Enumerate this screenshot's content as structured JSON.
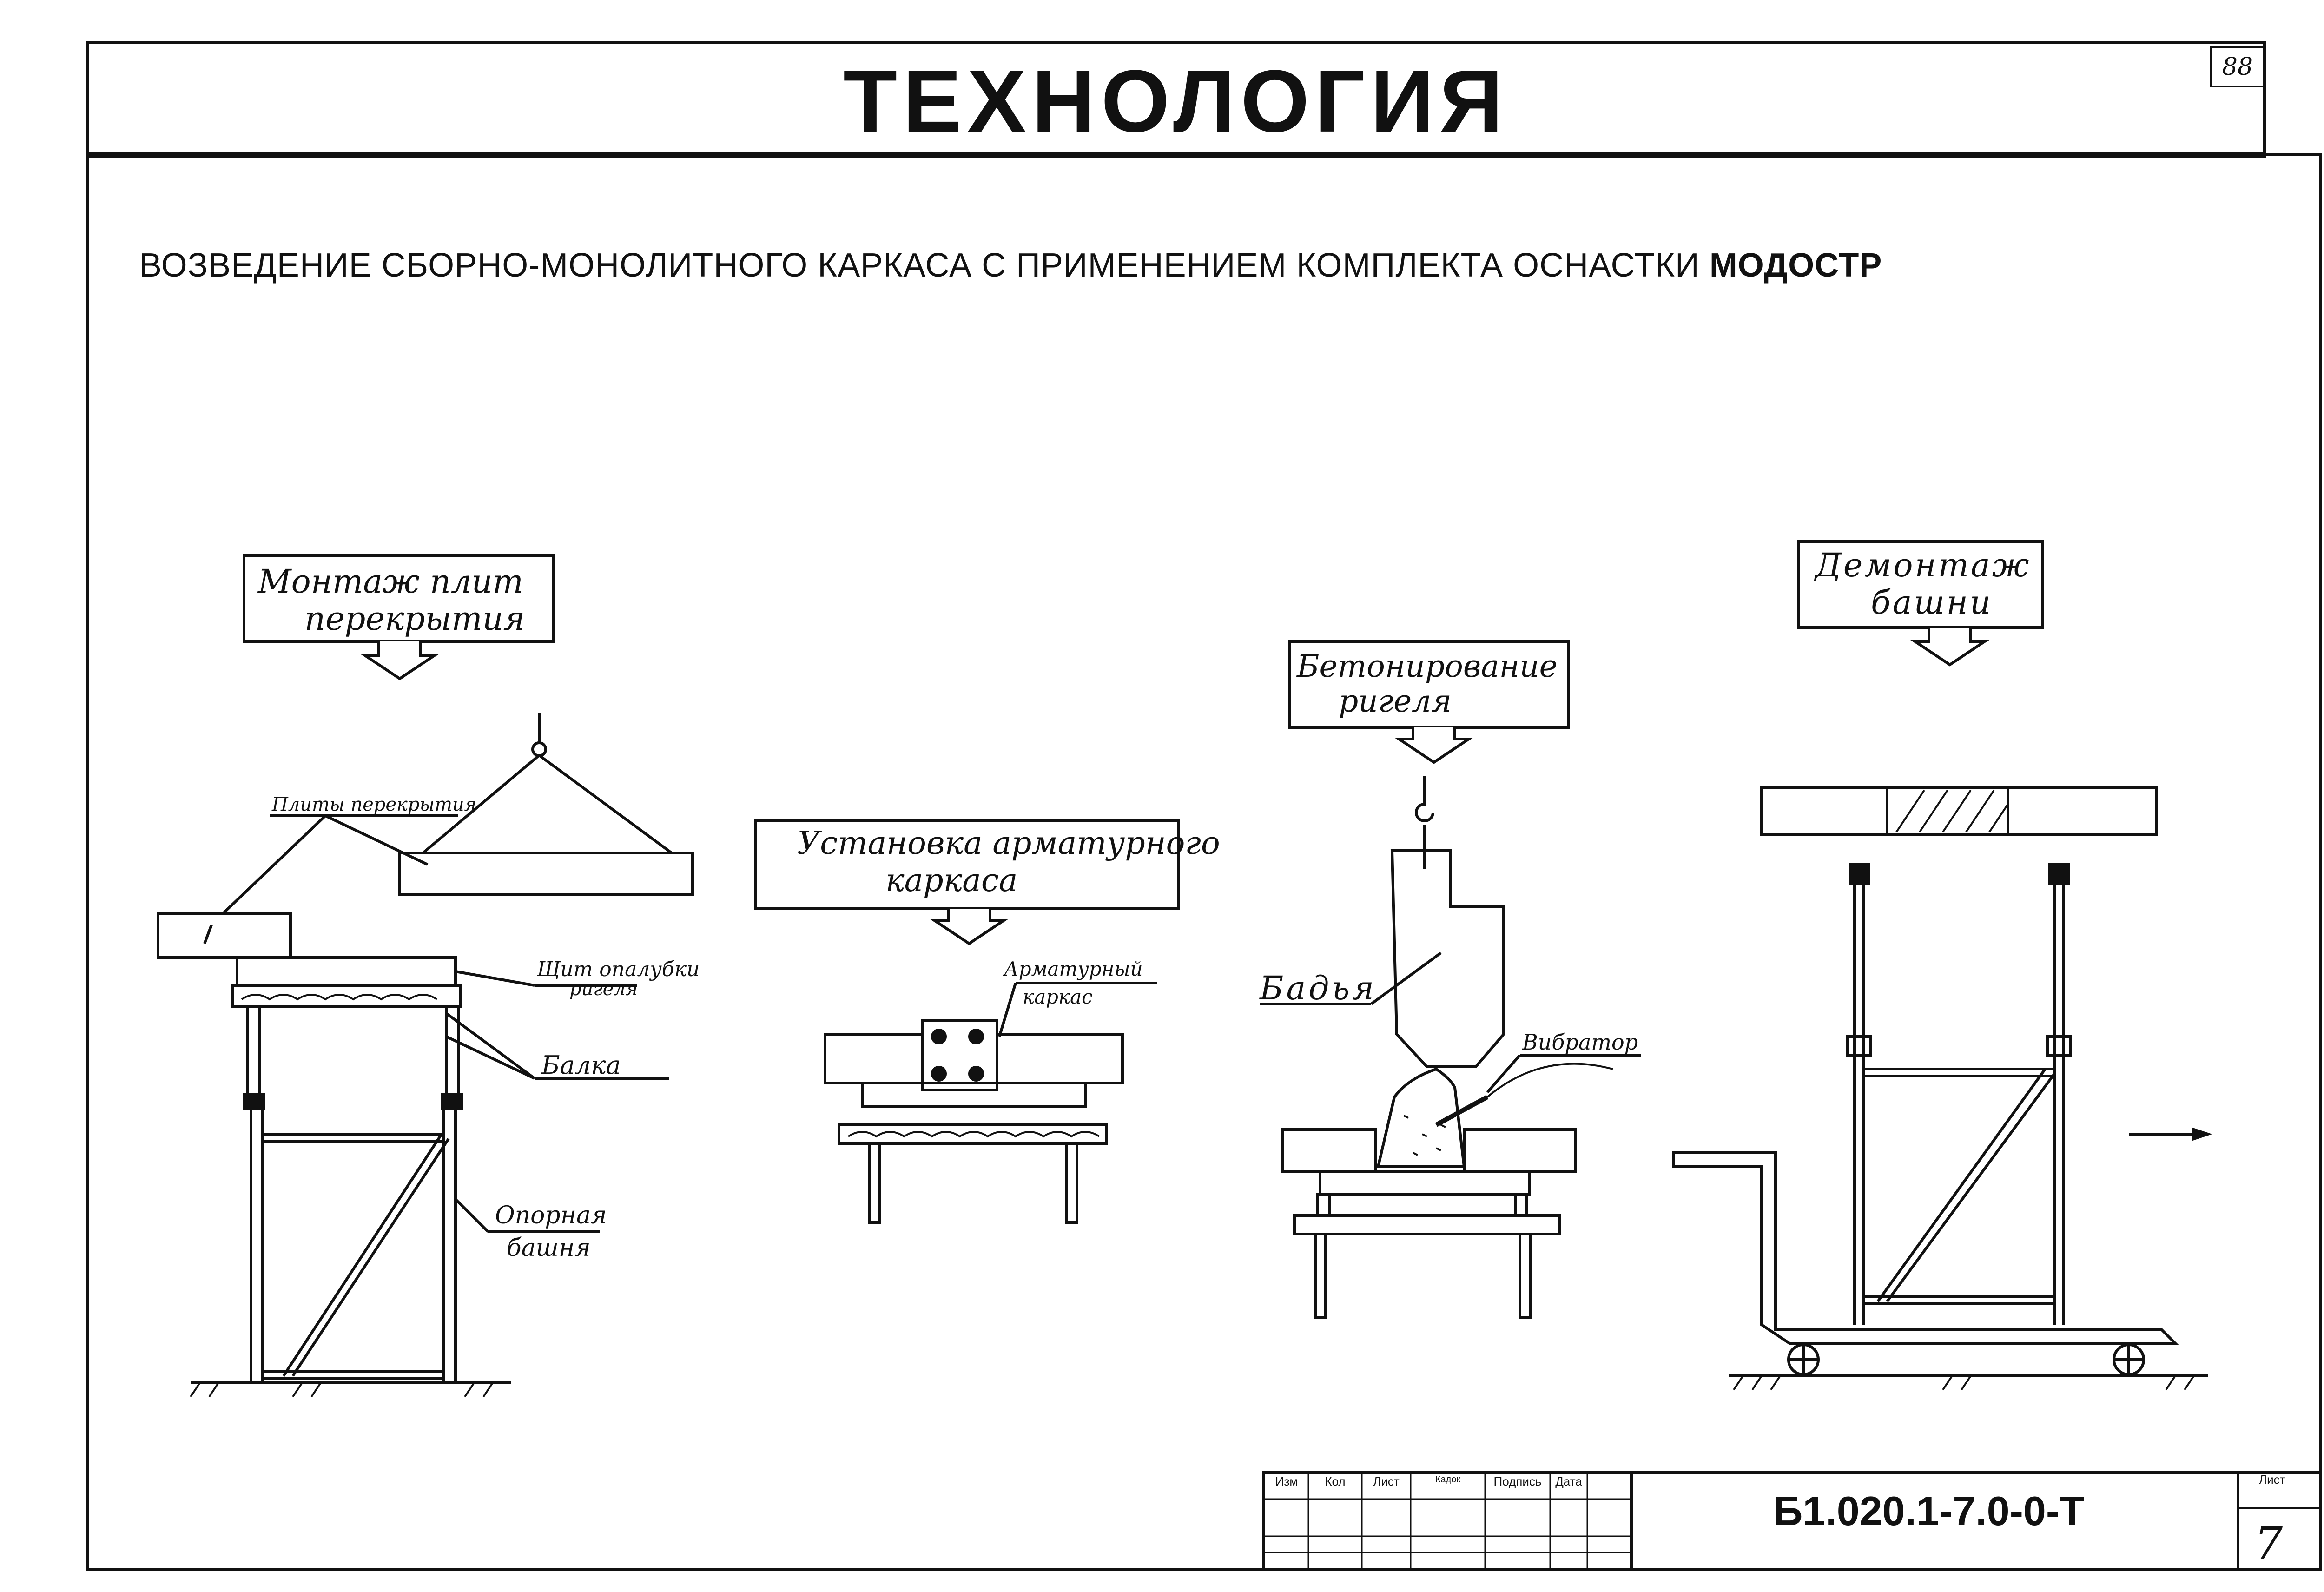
{
  "header": {
    "title": "ТЕХНОЛОГИЯ",
    "sheet_number": "88"
  },
  "subtitle": {
    "text": "ВОЗВЕДЕНИЕ СБОРНО-МОНОЛИТНОГО КАРКАСА С ПРИМЕНЕНИЕМ КОМПЛЕКТА ОСНАСТКИ",
    "brand": "МОДОСТР"
  },
  "steps": [
    {
      "title_line1": "Монтаж плит",
      "title_line2": "перекрытия"
    },
    {
      "title_line1": "Установка арматурного",
      "title_line2": "каркаса"
    },
    {
      "title_line1": "Бетонирование",
      "title_line2": "ригеля"
    },
    {
      "title_line1": "Демонтаж",
      "title_line2": "башни"
    }
  ],
  "labels": {
    "slabs": "Плиты перекрытия",
    "shield_line1": "Щит опалубки",
    "shield_line2": "ригеля",
    "beam": "Балка",
    "tower_line1": "Опорная",
    "tower_line2": "башня",
    "rebar_line1": "Арматурный",
    "rebar_line2": "каркас",
    "bucket": "Бадья",
    "vibrator": "Вибратор"
  },
  "stamp": {
    "columns": [
      "Изм",
      "Кол",
      "Лист",
      "Кадок",
      "Подпись",
      "Дата"
    ],
    "document_code": "Б1.020.1-7.0-0-Т",
    "sheet_label": "Лист",
    "sheet_value": "7"
  }
}
